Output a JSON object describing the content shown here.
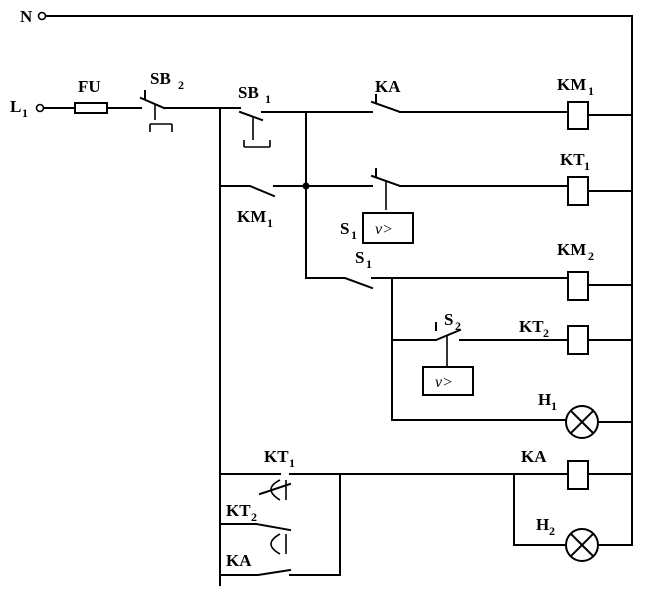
{
  "labels": {
    "N": "N",
    "L": "L",
    "L_sub": "1",
    "FU": "FU",
    "SB2": "SB",
    "SB2_sub": "2",
    "SB1": "SB",
    "SB1_sub": "1",
    "KA_nc": "KA",
    "KM1_coil": "KM",
    "KM1_coil_sub": "1",
    "KT1_coil": "KT",
    "KT1_coil_sub": "1",
    "KM1_contact": "KM",
    "KM1_contact_sub": "1",
    "S1_box": "S",
    "S1_box_sub": "1",
    "S1_box_text": "v>",
    "S1_contact": "S",
    "S1_contact_sub": "1",
    "KM2_coil": "KM",
    "KM2_coil_sub": "2",
    "S2": "S",
    "S2_sub": "2",
    "S2_box_text": "v>",
    "KT2_coil": "KT",
    "KT2_coil_sub": "2",
    "H1": "H",
    "H1_sub": "1",
    "KT1_contact": "KT",
    "KT1_contact_sub": "1",
    "KA_coil": "KA",
    "KT2_contact": "KT",
    "KT2_contact_sub": "2",
    "KA_contact": "KA",
    "H2": "H",
    "H2_sub": "2"
  }
}
